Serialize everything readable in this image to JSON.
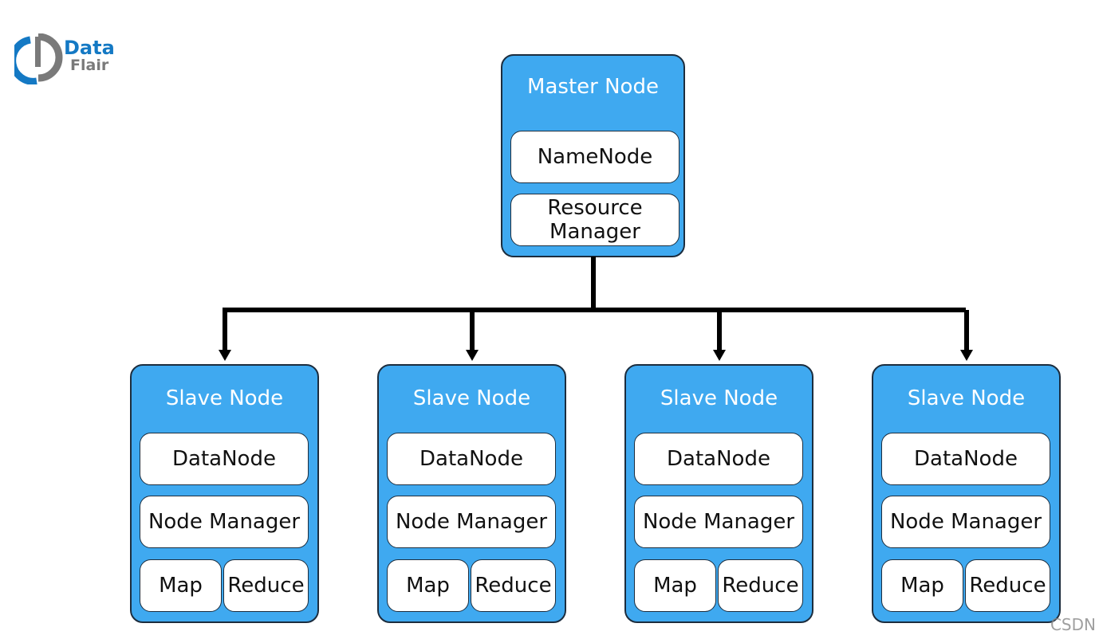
{
  "logo": {
    "line1": "Data",
    "line2": "Flair"
  },
  "master": {
    "title": "Master Node",
    "components": [
      "NameNode",
      "Resource Manager"
    ]
  },
  "slaves": [
    {
      "title": "Slave Node",
      "datanode": "DataNode",
      "nodemanager": "Node Manager",
      "map": "Map",
      "reduce": "Reduce"
    },
    {
      "title": "Slave Node",
      "datanode": "DataNode",
      "nodemanager": "Node Manager",
      "map": "Map",
      "reduce": "Reduce"
    },
    {
      "title": "Slave Node",
      "datanode": "DataNode",
      "nodemanager": "Node Manager",
      "map": "Map",
      "reduce": "Reduce"
    },
    {
      "title": "Slave Node",
      "datanode": "DataNode",
      "nodemanager": "Node Manager",
      "map": "Map",
      "reduce": "Reduce"
    }
  ],
  "watermark": "CSDN",
  "colors": {
    "node_fill": "#3fa9f0",
    "border": "#1c2d3e",
    "brand_blue": "#1479c4",
    "brand_gray": "#7a7a7a"
  }
}
